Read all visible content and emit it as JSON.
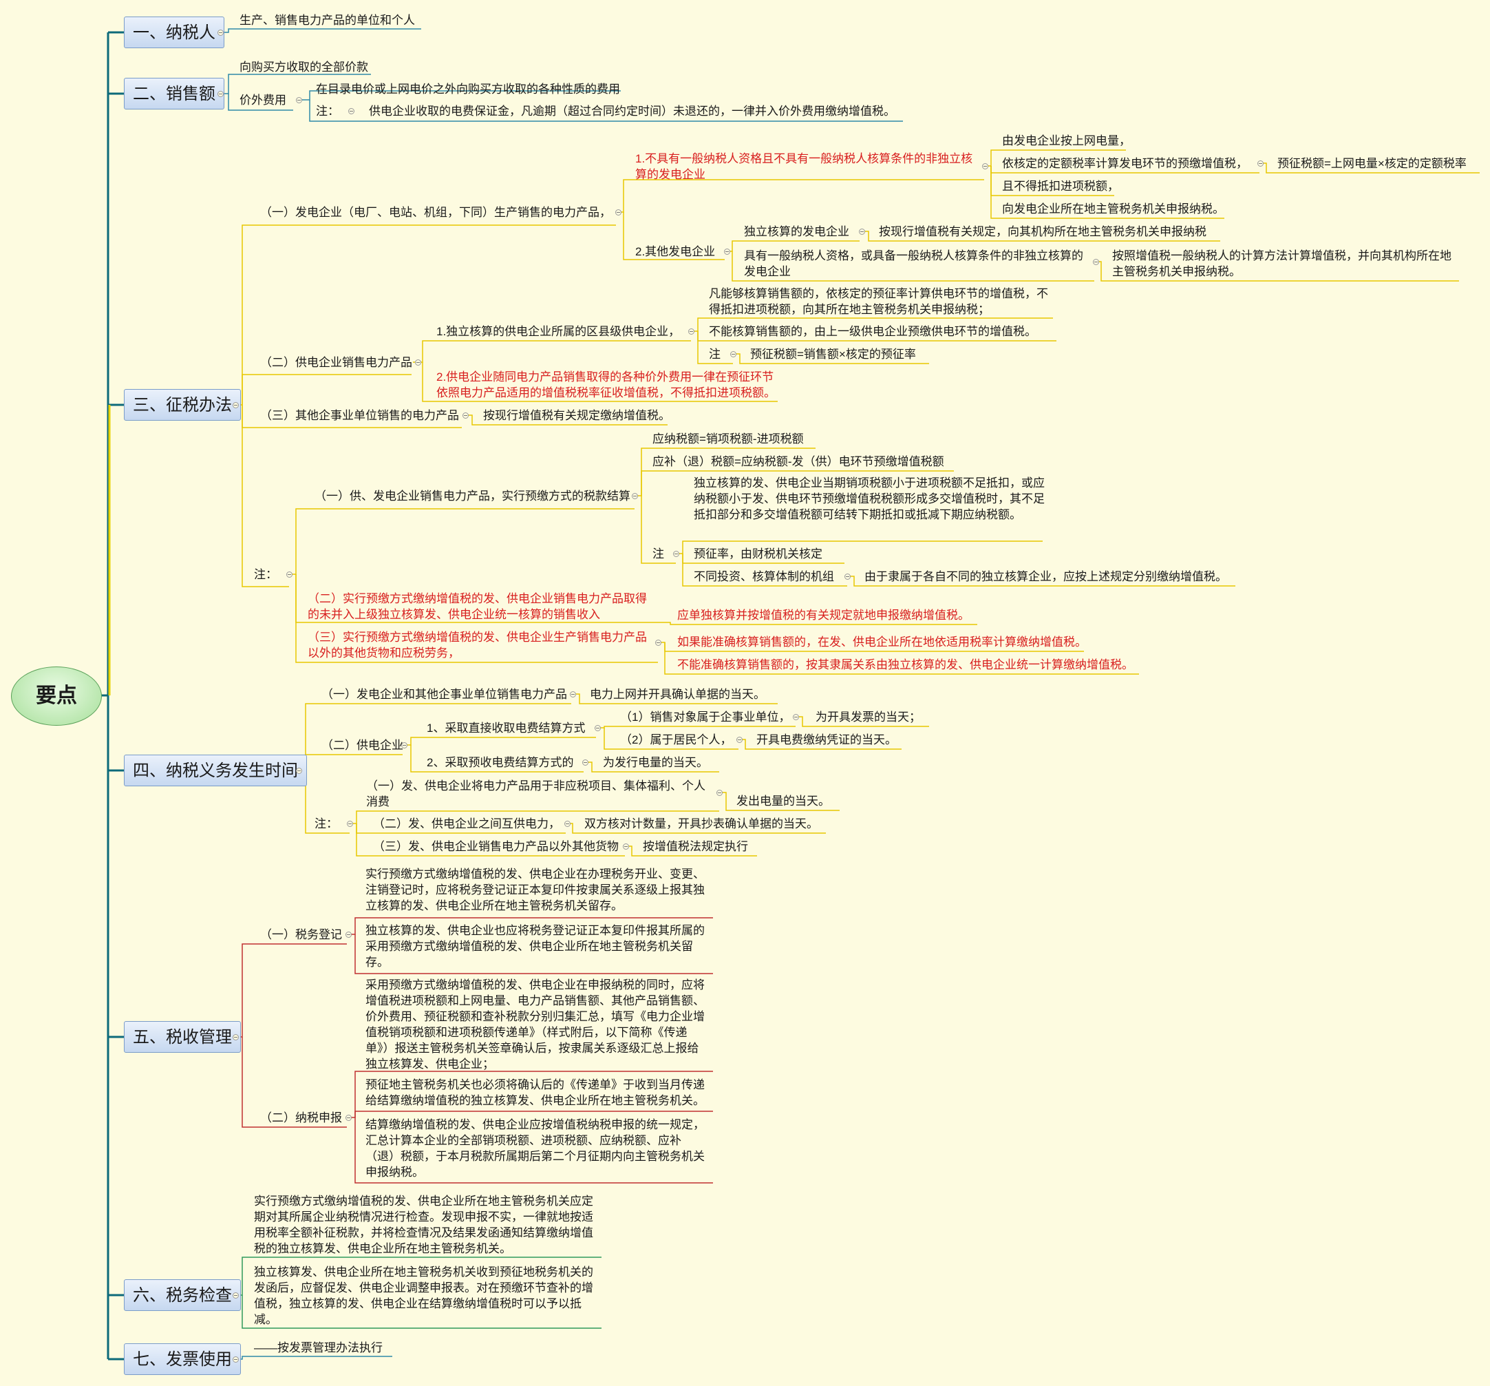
{
  "root": "要点",
  "branches": {
    "b1": {
      "title": "一、纳税人",
      "n1": "生产、销售电力产品的单位和个人"
    },
    "b2": {
      "title": "二、销售额",
      "n1": "向购买方收取的全部价款",
      "n2": "价外费用",
      "n2a": "在目录电价或上网电价之外向购买方收取的各种性质的费用",
      "n2b": "注：",
      "n2b1": "供电企业收取的电费保证金，凡逾期（超过合同约定时间）未退还的，一律并入价外费用缴纳增值税。"
    },
    "b3": {
      "title": "三、征税办法",
      "s1": "（一）发电企业（电厂、电站、机组，下同）生产销售的电力产品，",
      "s1a": "1.不具有一般纳税人资格且不具有一般纳税人核算条件的非独立核算的发电企业",
      "s1a1": "由发电企业按上网电量，",
      "s1a2": "依核定的定额税率计算发电环节的预缴增值税，",
      "s1a2a": "预征税额=上网电量×核定的定额税率",
      "s1a3": "且不得抵扣进项税额，",
      "s1a4": "向发电企业所在地主管税务机关申报纳税。",
      "s1b": "2.其他发电企业",
      "s1b1": "独立核算的发电企业",
      "s1b1a": "按现行增值税有关规定，向其机构所在地主管税务机关申报纳税",
      "s1b2": "具有一般纳税人资格，或具备一般纳税人核算条件的非独立核算的发电企业",
      "s1b2a": "按照增值税一般纳税人的计算方法计算增值税，并向其机构所在地主管税务机关申报纳税。",
      "s2": "（二）供电企业销售电力产品",
      "s2a": "1.独立核算的供电企业所属的区县级供电企业，",
      "s2a1": "凡能够核算销售额的，依核定的预征率计算供电环节的增值税，不得抵扣进项税额，向其所在地主管税务机关申报纳税；",
      "s2a2": "不能核算销售额的，由上一级供电企业预缴供电环节的增值税。",
      "s2a3": "注",
      "s2a3a": "预征税额=销售额×核定的预征率",
      "s2b": "2.供电企业随同电力产品销售取得的各种价外费用一律在预征环节依照电力产品适用的增值税税率征收增值税，不得抵扣进项税额。",
      "s3": "（三）其他企事业单位销售的电力产品",
      "s3a": "按现行增值税有关规定缴纳增值税。",
      "s4": "注：",
      "s4a": "（一）供、发电企业销售电力产品，实行预缴方式的税款结算",
      "s4a1": "应纳税额=销项税额-进项税额",
      "s4a2": "应补（退）税额=应纳税额-发（供）电环节预缴增值税额",
      "s4a3": "注",
      "s4a3a": "独立核算的发、供电企业当期销项税额小于进项税额不足抵扣，或应纳税额小于发、供电环节预缴增值税税额形成多交增值税时，其不足抵扣部分和多交增值税额可结转下期抵扣或抵减下期应纳税额。",
      "s4a3b": "预征率，由财税机关核定",
      "s4a3c": "不同投资、核算体制的机组",
      "s4a3c1": "由于隶属于各自不同的独立核算企业，应按上述规定分别缴纳增值税。",
      "s4b": "（二）实行预缴方式缴纳增值税的发、供电企业销售电力产品取得的未并入上级独立核算发、供电企业统一核算的销售收入",
      "s4b1": "应单独核算并按增值税的有关规定就地申报缴纳增值税。",
      "s4c": "（三）实行预缴方式缴纳增值税的发、供电企业生产销售电力产品以外的其他货物和应税劳务，",
      "s4c1": "如果能准确核算销售额的，在发、供电企业所在地依适用税率计算缴纳增值税。",
      "s4c2": "不能准确核算销售额的，按其隶属关系由独立核算的发、供电企业统一计算缴纳增值税。"
    },
    "b4": {
      "title": "四、纳税义务发生时间",
      "s1": "（一）发电企业和其他企事业单位销售电力产品",
      "s1a": "电力上网并开具确认单据的当天。",
      "s2": "（二）供电企业",
      "s2a": "1、采取直接收取电费结算方式",
      "s2a1": "（1）销售对象属于企事业单位，",
      "s2a1a": "为开具发票的当天；",
      "s2a2": "（2）属于居民个人，",
      "s2a2a": "开具电费缴纳凭证的当天。",
      "s2b": "2、采取预收电费结算方式的",
      "s2b1": "为发行电量的当天。",
      "s3": "注：",
      "s3a": "（一）发、供电企业将电力产品用于非应税项目、集体福利、个人消费",
      "s3a1": "发出电量的当天。",
      "s3b": "（二）发、供电企业之间互供电力，",
      "s3b1": "双方核对计数量，开具抄表确认单据的当天。",
      "s3c": "（三）发、供电企业销售电力产品以外其他货物",
      "s3c1": "按增值税法规定执行"
    },
    "b5": {
      "title": "五、税收管理",
      "s1": "（一）税务登记",
      "s1a": "实行预缴方式缴纳增值税的发、供电企业在办理税务开业、变更、注销登记时，应将税务登记证正本复印件按隶属关系逐级上报其独立核算的发、供电企业所在地主管税务机关留存。",
      "s1b": "独立核算的发、供电企业也应将税务登记证正本复印件报其所属的采用预缴方式缴纳增值税的发、供电企业所在地主管税务机关留存。",
      "s2": "（二）纳税申报",
      "s2a": "采用预缴方式缴纳增值税的发、供电企业在申报纳税的同时，应将增值税进项税额和上网电量、电力产品销售额、其他产品销售额、价外费用、预征税额和查补税款分别归集汇总，填写《电力企业增值税销项税额和进项税额传递单》（样式附后，以下简称《传递单》）报送主管税务机关签章确认后，按隶属关系逐级汇总上报给独立核算发、供电企业；",
      "s2b": "预征地主管税务机关也必须将确认后的《传递单》于收到当月传递给结算缴纳增值税的独立核算发、供电企业所在地主管税务机关。",
      "s2c": "结算缴纳增值税的发、供电企业应按增值税纳税申报的统一规定，汇总计算本企业的全部销项税额、进项税额、应纳税额、应补（退）税额，于本月税款所属期后第二个月征期内向主管税务机关申报纳税。"
    },
    "b6": {
      "title": "六、税务检查",
      "n1": "实行预缴方式缴纳增值税的发、供电企业所在地主管税务机关应定期对其所属企业纳税情况进行检查。发现申报不实，一律就地按适用税率全额补征税款，并将检查情况及结果发函通知结算缴纳增值税的独立核算发、供电企业所在地主管税务机关。",
      "n2": "独立核算发、供电企业所在地主管税务机关收到预征地税务机关的发函后，应督促发、供电企业调整申报表。对在预缴环节查补的增值税，独立核算的发、供电企业在结算缴纳增值税时可以予以抵减。"
    },
    "b7": {
      "title": "七、发票使用",
      "n1": "——按发票管理办法执行"
    }
  }
}
